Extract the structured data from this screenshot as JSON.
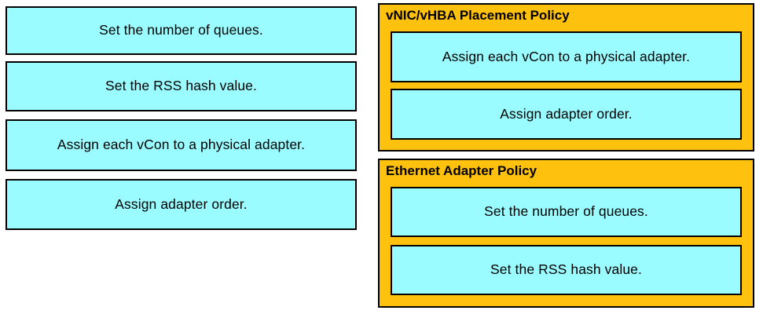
{
  "colors": {
    "item_fill": "#9bfcff",
    "panel_fill": "#fec10d",
    "border": "#000000",
    "text": "#000000",
    "background": "#ffffff"
  },
  "source_column": {
    "items": [
      {
        "label": "Set the number of queues."
      },
      {
        "label": "Set the RSS hash value."
      },
      {
        "label": "Assign each vCon to a physical adapter."
      },
      {
        "label": "Assign adapter order."
      }
    ]
  },
  "target_column": {
    "panels": [
      {
        "title": "vNIC/vHBA Placement Policy",
        "slots": [
          {
            "label": "Assign each vCon to a physical adapter."
          },
          {
            "label": "Assign adapter order."
          }
        ]
      },
      {
        "title": "Ethernet Adapter Policy",
        "slots": [
          {
            "label": "Set the number of queues."
          },
          {
            "label": "Set the RSS hash value."
          }
        ]
      }
    ]
  }
}
